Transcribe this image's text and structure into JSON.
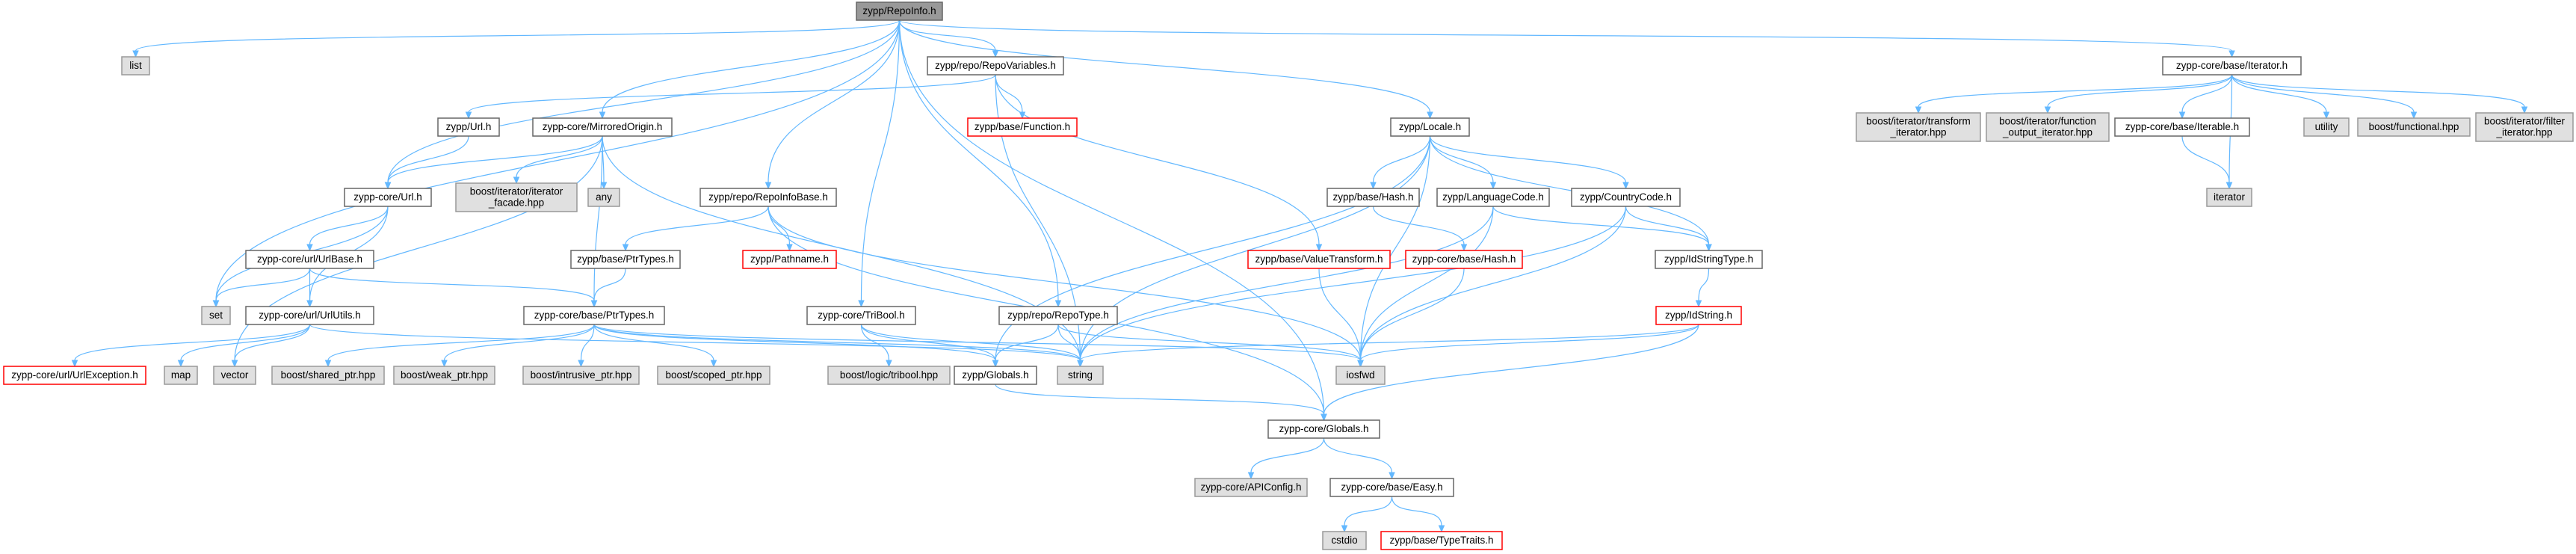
{
  "colors": {
    "root_fill": "#999999",
    "root_stroke": "#666666",
    "normal_fill": "#ffffff",
    "normal_stroke": "#666666",
    "system_fill": "#e0e0e0",
    "system_stroke": "#999999",
    "missing_stroke": "#ff0000",
    "edge": "#63b8ff",
    "text": "#000000"
  },
  "nodes": [
    {
      "id": "root",
      "lines": [
        "zypp/RepoInfo.h"
      ],
      "kind": "root"
    },
    {
      "id": "list",
      "lines": [
        "list"
      ],
      "kind": "system"
    },
    {
      "id": "repovar",
      "lines": [
        "zypp/repo/RepoVariables.h"
      ],
      "kind": "normal"
    },
    {
      "id": "iterator_h",
      "lines": [
        "zypp-core/base/Iterator.h"
      ],
      "kind": "normal"
    },
    {
      "id": "urlh",
      "lines": [
        "zypp/Url.h"
      ],
      "kind": "normal"
    },
    {
      "id": "function",
      "lines": [
        "zypp/base/Function.h"
      ],
      "kind": "missing"
    },
    {
      "id": "mirrored",
      "lines": [
        "zypp-core/MirroredOrigin.h"
      ],
      "kind": "normal"
    },
    {
      "id": "locale",
      "lines": [
        "zypp/Locale.h"
      ],
      "kind": "normal"
    },
    {
      "id": "b_transform",
      "lines": [
        "boost/iterator/transform",
        "_iterator.hpp"
      ],
      "kind": "system"
    },
    {
      "id": "b_fout",
      "lines": [
        "boost/iterator/function",
        "_output_iterator.hpp"
      ],
      "kind": "system"
    },
    {
      "id": "iterable",
      "lines": [
        "zypp-core/base/Iterable.h"
      ],
      "kind": "normal"
    },
    {
      "id": "utility",
      "lines": [
        "utility"
      ],
      "kind": "system"
    },
    {
      "id": "b_functional",
      "lines": [
        "boost/functional.hpp"
      ],
      "kind": "system"
    },
    {
      "id": "b_filter",
      "lines": [
        "boost/iterator/filter",
        "_iterator.hpp"
      ],
      "kind": "system"
    },
    {
      "id": "core_url",
      "lines": [
        "zypp-core/Url.h"
      ],
      "kind": "normal"
    },
    {
      "id": "b_facade",
      "lines": [
        "boost/iterator/iterator",
        "_facade.hpp"
      ],
      "kind": "system"
    },
    {
      "id": "any",
      "lines": [
        "any"
      ],
      "kind": "system"
    },
    {
      "id": "repoinfobase",
      "lines": [
        "zypp/repo/RepoInfoBase.h"
      ],
      "kind": "normal"
    },
    {
      "id": "hash_h",
      "lines": [
        "zypp/base/Hash.h"
      ],
      "kind": "normal"
    },
    {
      "id": "langcode",
      "lines": [
        "zypp/LanguageCode.h"
      ],
      "kind": "normal"
    },
    {
      "id": "countrycode",
      "lines": [
        "zypp/CountryCode.h"
      ],
      "kind": "normal"
    },
    {
      "id": "iterator_sys",
      "lines": [
        "iterator"
      ],
      "kind": "system"
    },
    {
      "id": "urlbase",
      "lines": [
        "zypp-core/url/UrlBase.h"
      ],
      "kind": "normal"
    },
    {
      "id": "ptrtypes_z",
      "lines": [
        "zypp/base/PtrTypes.h"
      ],
      "kind": "normal"
    },
    {
      "id": "pathname",
      "lines": [
        "zypp/Pathname.h"
      ],
      "kind": "missing"
    },
    {
      "id": "valuetransform",
      "lines": [
        "zypp/base/ValueTransform.h"
      ],
      "kind": "missing"
    },
    {
      "id": "corehash",
      "lines": [
        "zypp-core/base/Hash.h"
      ],
      "kind": "missing"
    },
    {
      "id": "idstringtype",
      "lines": [
        "zypp/IdStringType.h"
      ],
      "kind": "normal"
    },
    {
      "id": "set",
      "lines": [
        "set"
      ],
      "kind": "system"
    },
    {
      "id": "urlutils",
      "lines": [
        "zypp-core/url/UrlUtils.h"
      ],
      "kind": "normal"
    },
    {
      "id": "ptrtypes_c",
      "lines": [
        "zypp-core/base/PtrTypes.h"
      ],
      "kind": "normal"
    },
    {
      "id": "tribool",
      "lines": [
        "zypp-core/TriBool.h"
      ],
      "kind": "normal"
    },
    {
      "id": "repotype",
      "lines": [
        "zypp/repo/RepoType.h"
      ],
      "kind": "normal"
    },
    {
      "id": "idstring",
      "lines": [
        "zypp/IdString.h"
      ],
      "kind": "missing"
    },
    {
      "id": "urlexception",
      "lines": [
        "zypp-core/url/UrlException.h"
      ],
      "kind": "missing"
    },
    {
      "id": "map",
      "lines": [
        "map"
      ],
      "kind": "system"
    },
    {
      "id": "vector",
      "lines": [
        "vector"
      ],
      "kind": "system"
    },
    {
      "id": "b_shared",
      "lines": [
        "boost/shared_ptr.hpp"
      ],
      "kind": "system"
    },
    {
      "id": "b_weak",
      "lines": [
        "boost/weak_ptr.hpp"
      ],
      "kind": "system"
    },
    {
      "id": "b_intrusive",
      "lines": [
        "boost/intrusive_ptr.hpp"
      ],
      "kind": "system"
    },
    {
      "id": "b_scoped",
      "lines": [
        "boost/scoped_ptr.hpp"
      ],
      "kind": "system"
    },
    {
      "id": "b_tribool",
      "lines": [
        "boost/logic/tribool.hpp"
      ],
      "kind": "system"
    },
    {
      "id": "globals_z",
      "lines": [
        "zypp/Globals.h"
      ],
      "kind": "normal"
    },
    {
      "id": "string",
      "lines": [
        "string"
      ],
      "kind": "system"
    },
    {
      "id": "iosfwd",
      "lines": [
        "iosfwd"
      ],
      "kind": "system"
    },
    {
      "id": "globals_c",
      "lines": [
        "zypp-core/Globals.h"
      ],
      "kind": "normal"
    },
    {
      "id": "apiconfig",
      "lines": [
        "zypp-core/APIConfig.h"
      ],
      "kind": "system"
    },
    {
      "id": "easy",
      "lines": [
        "zypp-core/base/Easy.h"
      ],
      "kind": "normal"
    },
    {
      "id": "cstdio",
      "lines": [
        "cstdio"
      ],
      "kind": "system"
    },
    {
      "id": "typetraits",
      "lines": [
        "zypp/base/TypeTraits.h"
      ],
      "kind": "missing"
    }
  ],
  "edges": [
    [
      "root",
      "list"
    ],
    [
      "root",
      "repovar"
    ],
    [
      "root",
      "iterator_h"
    ],
    [
      "root",
      "core_url"
    ],
    [
      "root",
      "mirrored"
    ],
    [
      "root",
      "locale"
    ],
    [
      "root",
      "repoinfobase"
    ],
    [
      "root",
      "tribool"
    ],
    [
      "root",
      "repotype"
    ],
    [
      "root",
      "set"
    ],
    [
      "root",
      "globals_c"
    ],
    [
      "repovar",
      "urlh"
    ],
    [
      "repovar",
      "function"
    ],
    [
      "repovar",
      "valuetransform"
    ],
    [
      "repovar",
      "string"
    ],
    [
      "iterator_h",
      "b_transform"
    ],
    [
      "iterator_h",
      "b_fout"
    ],
    [
      "iterator_h",
      "iterable"
    ],
    [
      "iterator_h",
      "utility"
    ],
    [
      "iterator_h",
      "b_functional"
    ],
    [
      "iterator_h",
      "b_filter"
    ],
    [
      "iterator_h",
      "iterator_sys"
    ],
    [
      "iterable",
      "iterator_sys"
    ],
    [
      "urlh",
      "core_url"
    ],
    [
      "mirrored",
      "core_url"
    ],
    [
      "mirrored",
      "b_facade"
    ],
    [
      "mirrored",
      "any"
    ],
    [
      "mirrored",
      "ptrtypes_c"
    ],
    [
      "mirrored",
      "vector"
    ],
    [
      "mirrored",
      "string"
    ],
    [
      "core_url",
      "urlbase"
    ],
    [
      "core_url",
      "urlutils"
    ],
    [
      "core_url",
      "set"
    ],
    [
      "urlbase",
      "set"
    ],
    [
      "urlbase",
      "urlutils"
    ],
    [
      "urlbase",
      "ptrtypes_c"
    ],
    [
      "urlutils",
      "urlexception"
    ],
    [
      "urlutils",
      "map"
    ],
    [
      "urlutils",
      "vector"
    ],
    [
      "urlutils",
      "string"
    ],
    [
      "repoinfobase",
      "ptrtypes_z"
    ],
    [
      "repoinfobase",
      "pathname"
    ],
    [
      "repoinfobase",
      "iosfwd"
    ],
    [
      "repoinfobase",
      "globals_c"
    ],
    [
      "ptrtypes_z",
      "ptrtypes_c"
    ],
    [
      "ptrtypes_c",
      "b_shared"
    ],
    [
      "ptrtypes_c",
      "b_weak"
    ],
    [
      "ptrtypes_c",
      "b_intrusive"
    ],
    [
      "ptrtypes_c",
      "b_scoped"
    ],
    [
      "ptrtypes_c",
      "globals_z"
    ],
    [
      "ptrtypes_c",
      "string"
    ],
    [
      "ptrtypes_c",
      "iosfwd"
    ],
    [
      "tribool",
      "b_tribool"
    ],
    [
      "tribool",
      "globals_z"
    ],
    [
      "tribool",
      "string"
    ],
    [
      "repotype",
      "globals_z"
    ],
    [
      "repotype",
      "string"
    ],
    [
      "repotype",
      "iosfwd"
    ],
    [
      "globals_z",
      "globals_c"
    ],
    [
      "locale",
      "hash_h"
    ],
    [
      "locale",
      "langcode"
    ],
    [
      "locale",
      "countrycode"
    ],
    [
      "locale",
      "idstringtype"
    ],
    [
      "locale",
      "globals_z"
    ],
    [
      "locale",
      "string"
    ],
    [
      "locale",
      "iosfwd"
    ],
    [
      "hash_h",
      "corehash"
    ],
    [
      "corehash",
      "iosfwd"
    ],
    [
      "langcode",
      "idstringtype"
    ],
    [
      "langcode",
      "string"
    ],
    [
      "langcode",
      "iosfwd"
    ],
    [
      "countrycode",
      "idstringtype"
    ],
    [
      "countrycode",
      "string"
    ],
    [
      "countrycode",
      "iosfwd"
    ],
    [
      "idstringtype",
      "idstring"
    ],
    [
      "idstring",
      "string"
    ],
    [
      "idstring",
      "iosfwd"
    ],
    [
      "idstring",
      "globals_c"
    ],
    [
      "valuetransform",
      "iosfwd"
    ],
    [
      "globals_c",
      "apiconfig"
    ],
    [
      "globals_c",
      "easy"
    ],
    [
      "easy",
      "cstdio"
    ],
    [
      "easy",
      "typetraits"
    ]
  ]
}
